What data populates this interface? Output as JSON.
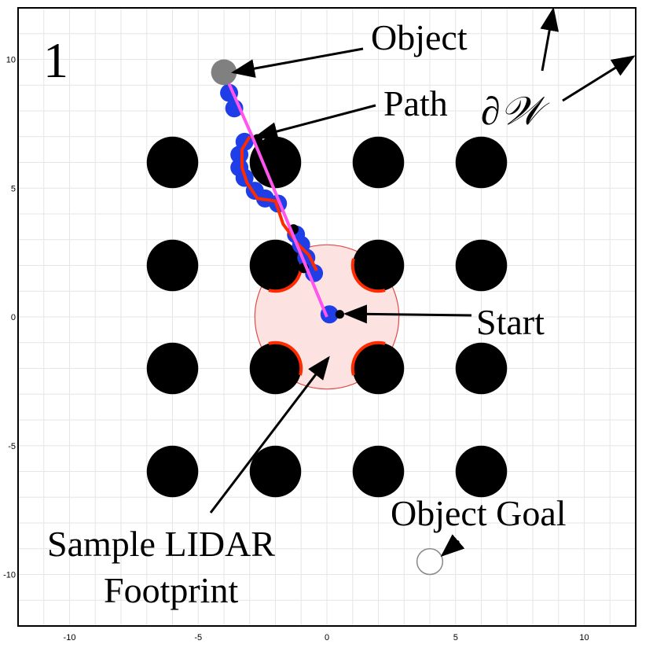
{
  "panel_label": "1",
  "labels": {
    "object": "Object",
    "path": "Path",
    "boundary": "∂𝒲",
    "start": "Start",
    "lidar_line1": "Sample LIDAR",
    "lidar_line2": "Footprint",
    "object_goal": "Object Goal"
  },
  "axes": {
    "xlim": [
      -12,
      12
    ],
    "ylim": [
      -12,
      12
    ],
    "xticks": [
      -10,
      -5,
      0,
      5,
      10
    ],
    "yticks": [
      -10,
      -5,
      0,
      5,
      10
    ]
  },
  "colors": {
    "obstacle": "#000000",
    "robot": "#1f3ee8",
    "path": "#ff55ee",
    "lidar_fill": "#fde2e2",
    "lidar_edge": "#e34a4a",
    "lidar_hit": "#ff2a00",
    "object": "#808080",
    "goal_edge": "#888888",
    "grid": "#e6e6e6"
  },
  "scene": {
    "obstacles": [
      [
        -6,
        6
      ],
      [
        -2,
        6
      ],
      [
        2,
        6
      ],
      [
        6,
        6
      ],
      [
        -6,
        2
      ],
      [
        -2,
        2
      ],
      [
        2,
        2
      ],
      [
        6,
        2
      ],
      [
        -6,
        -2
      ],
      [
        -2,
        -2
      ],
      [
        2,
        -2
      ],
      [
        6,
        -2
      ],
      [
        -6,
        -6
      ],
      [
        -2,
        -6
      ],
      [
        2,
        -6
      ],
      [
        6,
        -6
      ]
    ],
    "obstacle_radius": 1,
    "object": [
      -4,
      9.5
    ],
    "object_goal": [
      4,
      -9.5
    ],
    "start": [
      0.5,
      0.1
    ],
    "lidar_radius": 2.8,
    "robot_trail": [
      [
        0.1,
        0.1
      ],
      [
        -0.5,
        1.7
      ],
      [
        -0.8,
        2.3
      ],
      [
        -1.0,
        2.8
      ],
      [
        -1.2,
        3.2
      ],
      [
        -1.9,
        4.4
      ],
      [
        -2.4,
        4.6
      ],
      [
        -2.8,
        4.9
      ],
      [
        -3.2,
        5.4
      ],
      [
        -3.4,
        5.8
      ],
      [
        -3.4,
        6.3
      ],
      [
        -3.2,
        6.8
      ],
      [
        -3.6,
        8.1
      ],
      [
        -3.8,
        8.7
      ]
    ],
    "red_trace": [
      [
        -0.4,
        1.8
      ],
      [
        -0.7,
        2.4
      ],
      [
        -1.1,
        2.8
      ],
      [
        -1.7,
        3.6
      ],
      [
        -2.0,
        4.5
      ],
      [
        -2.7,
        4.6
      ],
      [
        -3.1,
        5.2
      ],
      [
        -3.3,
        5.8
      ],
      [
        -3.3,
        6.5
      ],
      [
        -3.0,
        7.0
      ]
    ],
    "path_line": [
      [
        0,
        0
      ],
      [
        -2.9,
        7.0
      ],
      [
        -4.0,
        9.5
      ]
    ]
  }
}
